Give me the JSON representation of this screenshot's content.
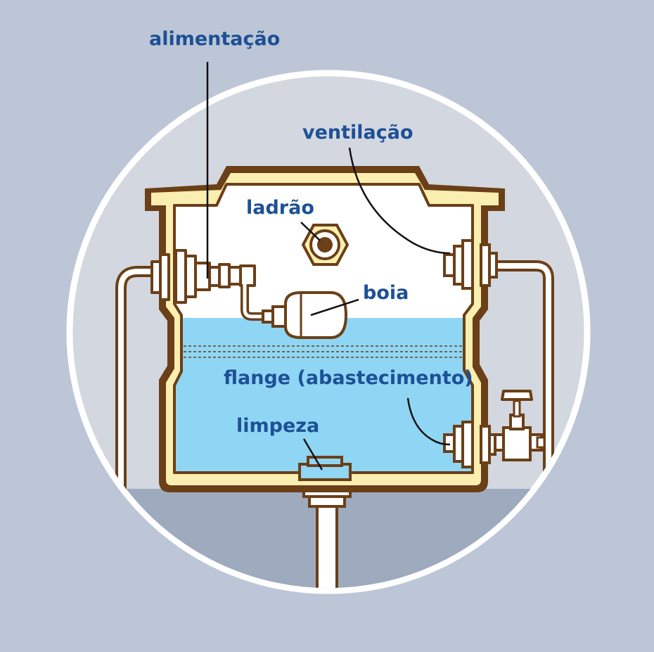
{
  "labels": {
    "alimentacao": "alimentação",
    "ventilacao": "ventilação",
    "ladrao": "ladrão",
    "boia": "boia",
    "flange": "flange (abastecimento)",
    "limpeza": "limpeza"
  },
  "colors": {
    "background": "#bcc6d6",
    "circle": "#d3d7df",
    "circle_border": "#ffffff",
    "floor": "#9eaabd",
    "tank_outline": "#6b3f17",
    "tank_wall": "#faeeb0",
    "water": "#8fd6f4",
    "air": "#ffffff",
    "pipe": "#ffffff",
    "label_text": "#1d5096",
    "leader_line": "#111111"
  }
}
